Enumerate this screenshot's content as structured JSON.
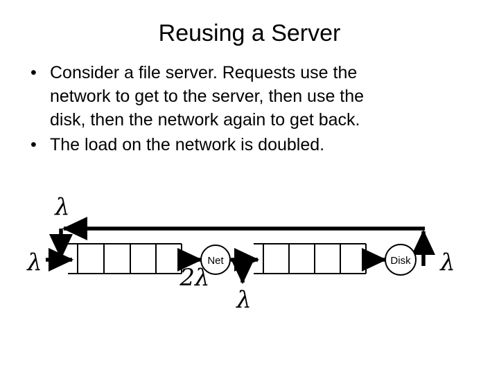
{
  "slide": {
    "title": "Reusing a Server",
    "background_color": "#ffffff",
    "text_color": "#000000",
    "bullet_glyph": "•",
    "bullets": [
      {
        "text": "Consider a file server.  Requests use the\nnetwork to get to the server, then use the\ndisk, then the network again to get back."
      },
      {
        "text": "The load on the network is doubled."
      }
    ]
  },
  "diagram": {
    "type": "queueing-network",
    "nodes": [
      {
        "id": "net-server",
        "label": "Net",
        "shape": "circle"
      },
      {
        "id": "disk-server",
        "label": "Disk",
        "shape": "circle"
      }
    ],
    "queues": [
      {
        "id": "net-queue",
        "cells": 4
      },
      {
        "id": "disk-queue",
        "cells": 4
      }
    ],
    "labels": {
      "arrival_external": "λ",
      "feedback_return": "λ",
      "net_queue_rate": "2λ",
      "net_departure": "λ",
      "disk_departure": "λ"
    },
    "label_texts": {
      "lambda": "λ",
      "two_lambda": "2λ"
    }
  }
}
